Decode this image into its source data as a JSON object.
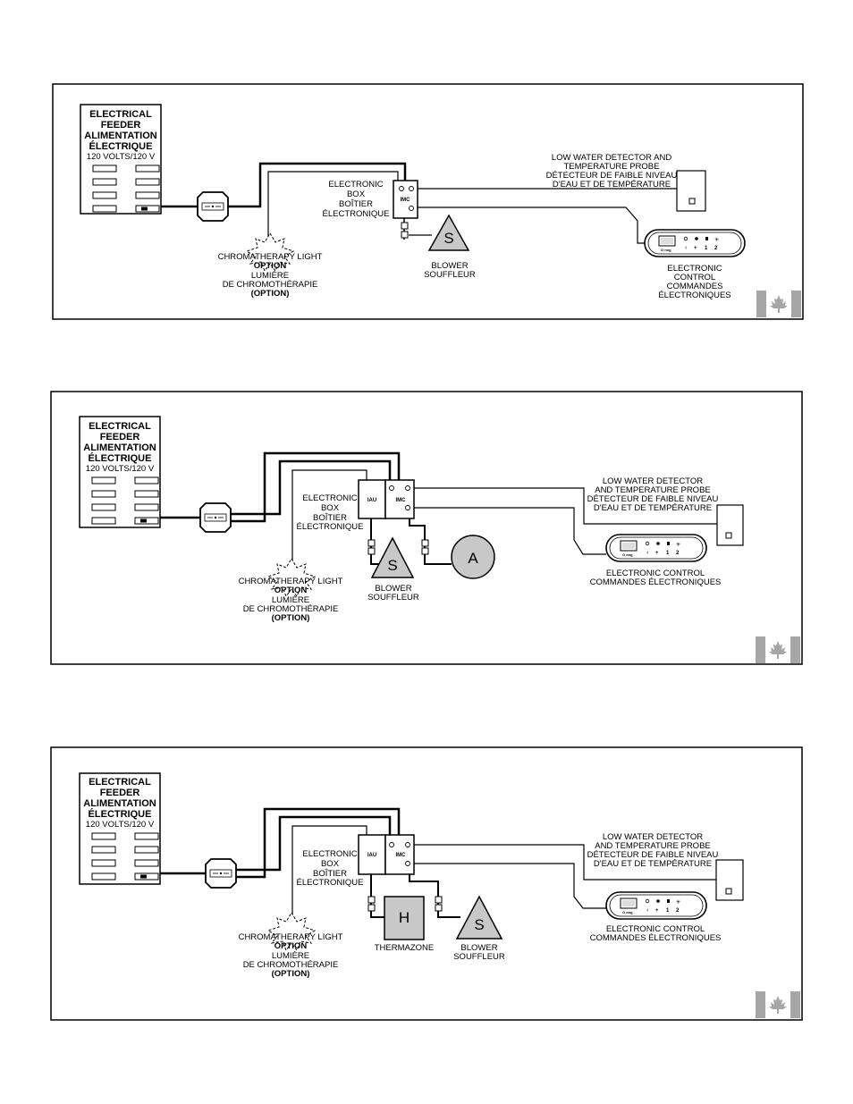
{
  "feeder": {
    "line1": "ELECTRICAL",
    "line2": "FEEDER",
    "line3": "ALIMENTATION",
    "line4": "ÉLECTRIQUE",
    "voltage": "120 VOLTS/120 V"
  },
  "ebox": {
    "line1": "ELECTRONIC",
    "line2": "BOX",
    "line3": "BOÎTIER",
    "line4": "ÉLECTRONIQUE",
    "imc": "IMC",
    "iau": "IAU"
  },
  "chromo": {
    "line1": "CHROMATHERAPY LIGHT",
    "line2": "OPTION",
    "line3": "LUMIÈRE",
    "line4": "DE CHROMOTHÉRAPIE",
    "line5": "(OPTION)"
  },
  "blower": {
    "symbol": "S",
    "line1": "BLOWER",
    "line2": "SOUFFLEUR"
  },
  "aux": {
    "symbol": "A"
  },
  "heater": {
    "symbol": "H",
    "label": "THERMAZONE"
  },
  "detector": {
    "line1": "LOW WATER DETECTOR AND",
    "line2": "TEMPERATURE PROBE",
    "line3": "DÉTECTEUR DE FAIBLE NIVEAU",
    "line4": "D'EAU ET DE TEMPÉRATURE",
    "line1_alt": "LOW WATER DETECTOR",
    "line2_alt": "AND TEMPERATURE PROBE"
  },
  "control": {
    "line1": "ELECTRONIC",
    "line2": "CONTROL",
    "line3": "COMMANDES",
    "line4": "ÉLECTRONIQUES",
    "line_a": "ELECTRONIC  CONTROL",
    "line_b": "COMMANDES ÉLECTRONIQUES"
  },
  "flag_icon": "canada-flag-icon",
  "colors": {
    "ink": "#000000",
    "panel_fill": "#d9d9d9",
    "flag_grey": "#a0a0a0"
  }
}
